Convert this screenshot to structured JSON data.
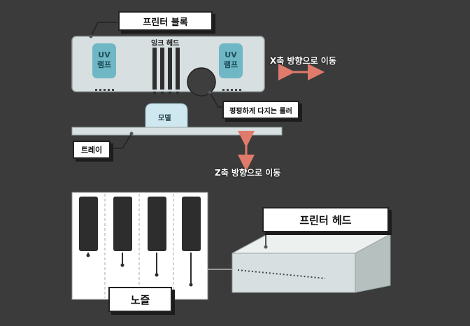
{
  "labels": {
    "printer_block": "프린터 블록",
    "ink_head": "잉크 헤드",
    "uv_lamp_left_line1": "UV",
    "uv_lamp_left_line2": "램프",
    "uv_lamp_right_line1": "UV",
    "uv_lamp_right_line2": "램프",
    "x_axis_move": "X축 방향으로 이동",
    "leveling_roller": "평평하게 다지는 롤러",
    "model": "모델",
    "tray": "트레이",
    "z_axis_move": "Z축 방향으로 이동",
    "printer_head": "프린터 헤드",
    "nozzle": "노즐"
  },
  "colors": {
    "background": "#3b3b3b",
    "block_fill": "#d7dfe0",
    "uv_lamp": "#6fb7c4",
    "ink_bars": "#2f2f2f",
    "roller": "#3e3e3e",
    "model_fill": "#cfe8ef",
    "arrow": "#e07a6a"
  }
}
